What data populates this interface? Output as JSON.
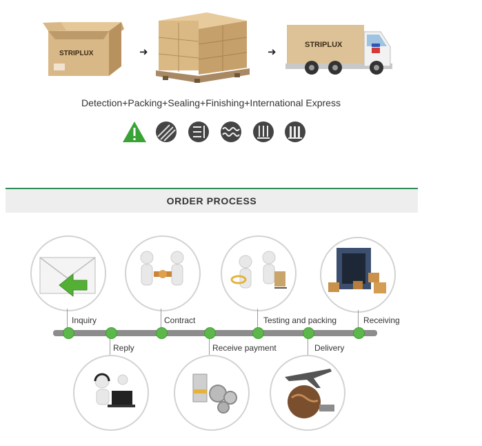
{
  "header": {
    "box_brand": "STRIPLUX",
    "truck_brand": "STRIPLUX",
    "tagline": "Detection+Packing+Sealing+Finishing+International Express",
    "arrow_glyph": "➜",
    "icons": [
      "warning-icon",
      "pattern-icon",
      "lines-arrow-icon",
      "wave-icon",
      "down-arrows-icon",
      "bars-icon"
    ]
  },
  "order": {
    "title": "ORDER PROCESS",
    "steps": {
      "inquiry": "Inquiry",
      "reply": "Reply",
      "contract": "Contract",
      "receive_payment": "Receive payment",
      "testing": "Testing and packing",
      "delivery": "Delivery",
      "receiving": "Receiving"
    }
  },
  "colors": {
    "accent_green": "#5cb84a",
    "timeline_gray": "#8c8c8c",
    "cardboard": "#d9b887",
    "bar_bg": "#eeeeee"
  }
}
